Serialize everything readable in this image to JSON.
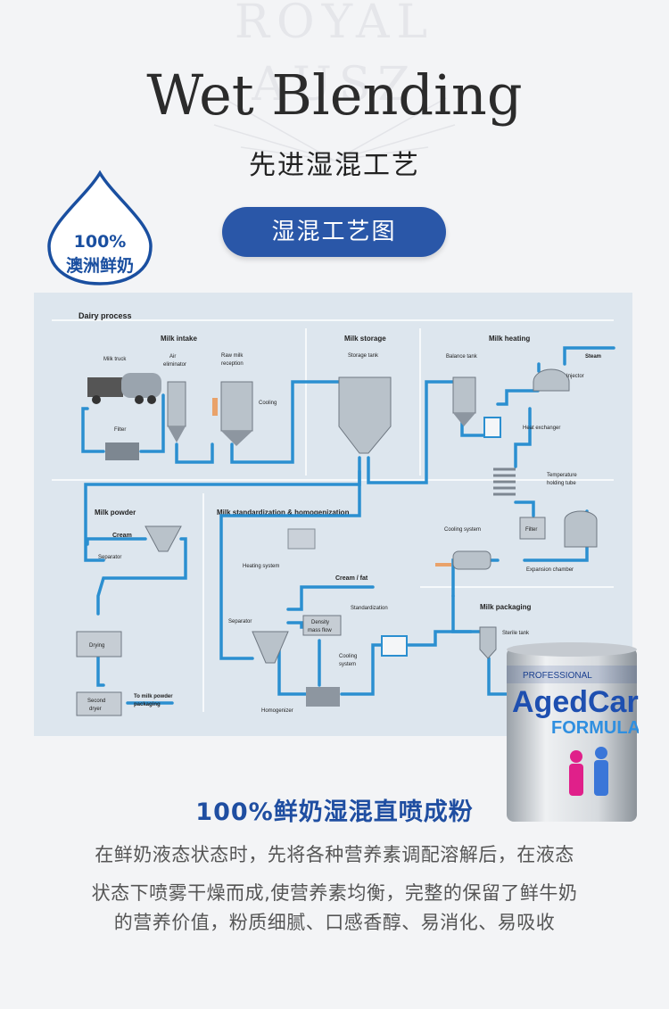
{
  "watermark": {
    "line1": "ROYAL",
    "line2": "AUSZ"
  },
  "header": {
    "title": "Wet Blending",
    "subtitle": "先进湿混工艺"
  },
  "badge": {
    "line1": "100%",
    "line2": "澳洲鲜奶"
  },
  "section_button": {
    "label": "湿混工艺图"
  },
  "diagram": {
    "title": "Dairy process",
    "sections": {
      "milk_intake": "Milk intake",
      "milk_storage": "Milk storage",
      "milk_heating": "Milk heating",
      "milk_powder": "Milk powder",
      "standardization": "Milk standardization & homogenization",
      "milk_packaging": "Milk packaging"
    },
    "labels": {
      "milk_truck": "Milk truck",
      "air_eliminator_1": "Air",
      "air_eliminator_2": "eliminator",
      "raw_milk_1": "Raw milk",
      "raw_milk_2": "reception",
      "cooling": "Cooling",
      "filter": "Filter",
      "storage_tank": "Storage tank",
      "balance_tank": "Balance tank",
      "steam": "Steam",
      "injector": "Injector",
      "heat_exchanger": "Heat exchanger",
      "temp_tube_1": "Temperature",
      "temp_tube_2": "holding tube",
      "cooling_system": "Cooling system",
      "filter_2": "Filter",
      "expansion_chamber": "Expansion chamber",
      "cream": "Cream",
      "separator": "Separator",
      "drying": "Drying",
      "second_dryer_1": "Second",
      "second_dryer_2": "dryer",
      "to_packaging_1": "To milk powder",
      "to_packaging_2": "packaging",
      "heating_system": "Heating system",
      "cream_fat": "Cream / fat",
      "standardization": "Standardization",
      "separator_2": "Separator",
      "density_1": "Density",
      "density_2": "mass flow",
      "cooling_system_2a": "Cooling",
      "cooling_system_2b": "system",
      "homogenizer": "Homogenizer",
      "sterile_tank": "Sterile tank"
    }
  },
  "product": {
    "brand_top": "PROFESSIONAL",
    "brand_main": "AgedCare",
    "brand_sub": "FORMULA"
  },
  "copy": {
    "headline": "100%鲜奶湿混直喷成粉",
    "line1": "在鲜奶液态状态时，先将各种营养素调配溶解后，在液态",
    "line2": "状态下喷雾干燥而成,使营养素均衡，完整的保留了鲜牛奶",
    "line3": "的营养价值，粉质细腻、口感香醇、易消化、易吸收"
  },
  "colors": {
    "accent": "#2a57a8",
    "pipe": "#2b8fd0",
    "headline": "#1f4ea1"
  }
}
